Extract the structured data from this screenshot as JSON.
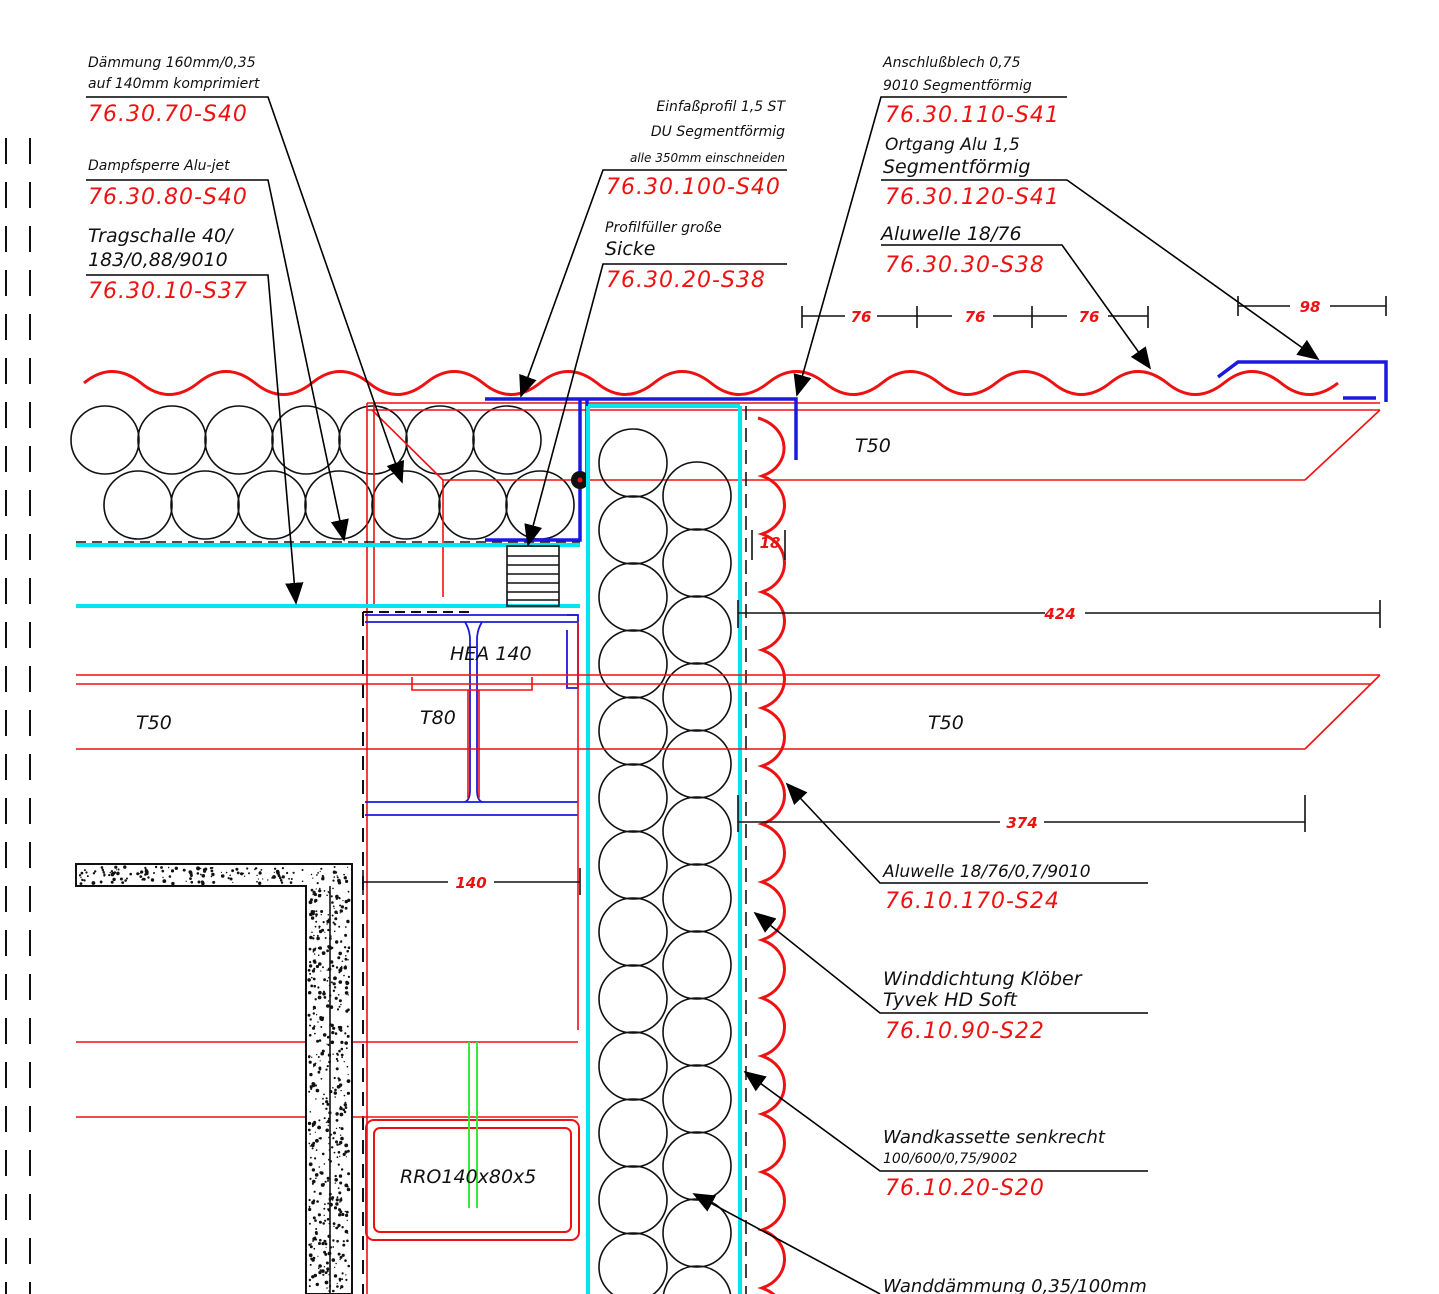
{
  "callouts": {
    "daemmung": {
      "line1": "Dämmung 160mm/0,35",
      "line2": "auf 140mm komprimiert",
      "code": "76.30.70-S40"
    },
    "dampfsperre": {
      "line1": "Dampfsperre Alu-jet",
      "code": "76.30.80-S40"
    },
    "tragschalle": {
      "line1": "Tragschalle 40/",
      "line2": "183/0,88/9010",
      "code": "76.30.10-S37"
    },
    "einfassprofil": {
      "line1": "Einfaßprofil 1,5 ST",
      "line2": "DU Segmentförmig",
      "line3": "alle 350mm einschneiden",
      "code": "76.30.100-S40"
    },
    "profilfueller": {
      "line1": "Profilfüller große",
      "line2": "Sicke",
      "code": "76.30.20-S38"
    },
    "anschlussblech": {
      "line1": "Anschlußblech 0,75",
      "line2": "9010 Segmentförmig",
      "code": "76.30.110-S41"
    },
    "ortgang": {
      "line1": "Ortgang Alu 1,5",
      "line2": "Segmentförmig",
      "code": "76.30.120-S41"
    },
    "aluwelle_roof": {
      "line1": "Aluwelle 18/76",
      "code": "76.30.30-S38"
    },
    "aluwelle_wall": {
      "line1": "Aluwelle 18/76/0,7/9010",
      "code": "76.10.170-S24"
    },
    "winddichtung": {
      "line1": "Winddichtung Klöber",
      "line2": "Tyvek HD Soft",
      "code": "76.10.90-S22"
    },
    "wandkassette": {
      "line1": "Wandkassette senkrecht",
      "line2": "100/600/0,75/9002",
      "code": "76.10.20-S20"
    },
    "wanddaemmung": {
      "line1": "Wanddämmung 0,35/100mm"
    }
  },
  "dimensions": {
    "pitch_1": "76",
    "pitch_2": "76",
    "pitch_3": "76",
    "overhang": "98",
    "wave_depth": "18",
    "width_424": "424",
    "width_374": "374",
    "width_140": "140"
  },
  "tags": {
    "t50_roof": "T50",
    "t50_left": "T50",
    "t50_right": "T50",
    "t80": "T80",
    "hea": "HEA 140",
    "rro": "RRO140x80x5"
  },
  "colors": {
    "annotation": "#111111",
    "code_red": "#ee1111",
    "profile_blue": "#1a1adf",
    "membrane_cyan": "#00e5ee",
    "rebar_green": "#33ee33"
  }
}
